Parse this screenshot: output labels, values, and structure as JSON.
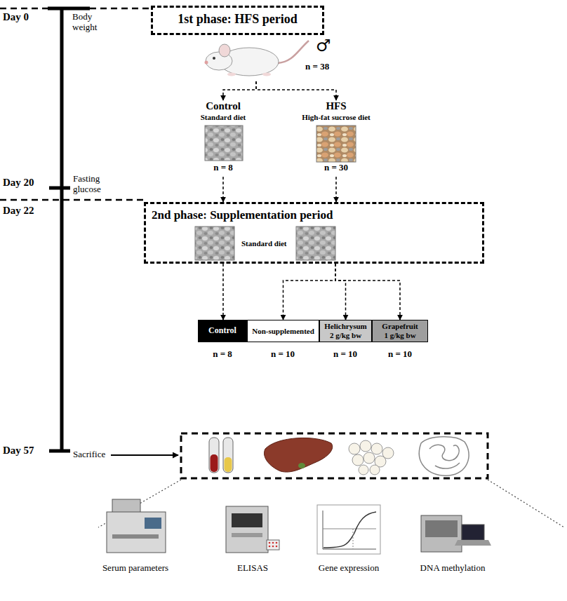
{
  "diagram": {
    "nodes": [
      {
        "text": [
          "1st phase: HFS period"
        ]
      },
      {
        "text": [
          "♂",
          "n = 38"
        ]
      },
      {
        "text": [
          "Control",
          "Standard diet",
          "n = 8"
        ]
      },
      {
        "text": [
          "HFS",
          "High-fat sucrose diet",
          "n = 30"
        ]
      },
      {
        "text": [
          "2nd phase: Supplementation period",
          "Standard diet"
        ]
      },
      {
        "text": [
          "Control"
        ]
      },
      {
        "text": [
          "Non-supplemented"
        ]
      },
      {
        "text": [
          "Helichrysum",
          "2 g/kg bw"
        ]
      },
      {
        "text": [
          "Grapefruit",
          "1 g/kg bw"
        ]
      }
    ],
    "edges": [
      {
        "from": 1,
        "to": 2,
        "arrow": "to"
      },
      {
        "from": 1,
        "to": 3,
        "arrow": "to"
      },
      {
        "from": 2,
        "to": 4,
        "arrow": "to"
      },
      {
        "from": 3,
        "to": 4,
        "arrow": "to"
      },
      {
        "from": 4,
        "to": 5,
        "arrow": "to"
      },
      {
        "from": 4,
        "to": 6,
        "arrow": "to"
      },
      {
        "from": 4,
        "to": 7,
        "arrow": "to"
      },
      {
        "from": 4,
        "to": 8,
        "arrow": "to"
      }
    ],
    "labels": [
      "Day 0",
      "Body weight",
      "Day 20",
      "Fasting glucose",
      "Day 22",
      "Day 57",
      "Sacrifice",
      "n = 8",
      "n = 10",
      "n = 10",
      "n = 10",
      "Serum parameters",
      "ELISAS",
      "Gene expression",
      "DNA methylation"
    ]
  }
}
